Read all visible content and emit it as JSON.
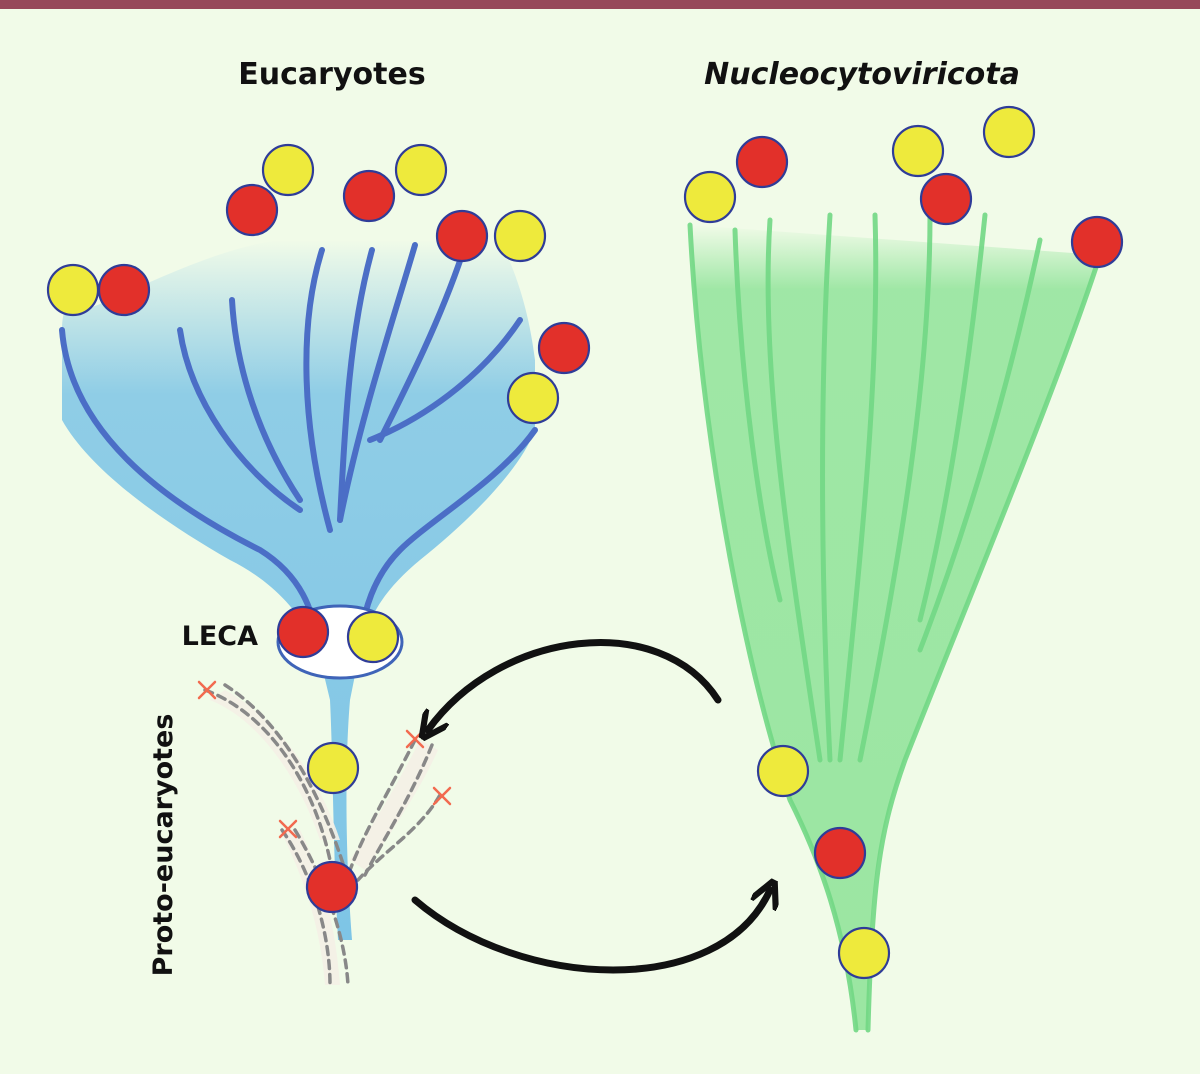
{
  "labels": {
    "eucaryotes": "Eucaryotes",
    "nucleocytoviricota": "Nucleocytoviricota",
    "leca": "LECA",
    "proto_eucaryotes": "Proto-eucaryotes"
  },
  "colors": {
    "top_bar": "#97485a",
    "background": "#f1fbe8",
    "eukaryote_tree_fill": "#7ec5e6",
    "eukaryote_tree_stroke": "#4b6ec6",
    "virus_tree_fill": "#9be6a2",
    "virus_tree_stroke": "#72d885",
    "red_circle": "#e2302a",
    "yellow_circle": "#eeea3c",
    "circle_outline": "#2f3c98",
    "extinct_mark": "#f26a4f",
    "arrow": "#111111"
  },
  "icons": {
    "red_circle": "red-circle-icon",
    "yellow_circle": "yellow-circle-icon",
    "extinct_mark": "x-mark-icon",
    "arrow": "curved-arrow-icon"
  }
}
